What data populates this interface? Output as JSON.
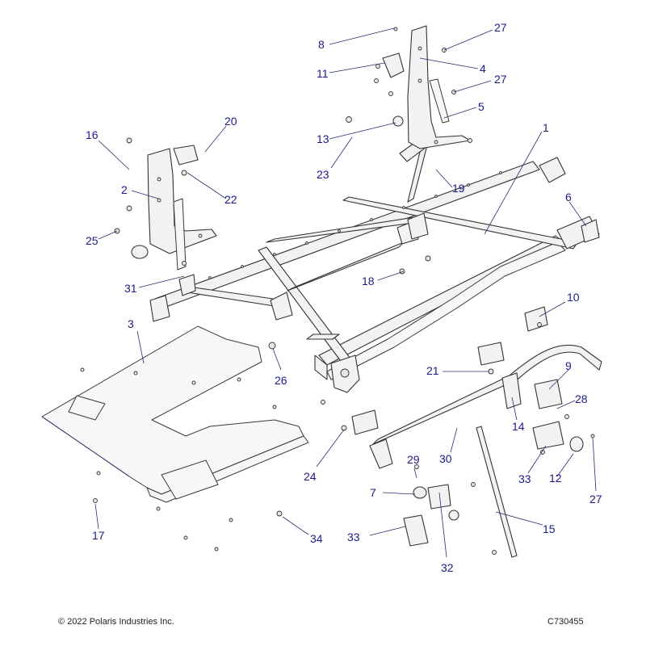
{
  "callouts": [
    "1",
    "2",
    "3",
    "4",
    "5",
    "6",
    "7",
    "8",
    "9",
    "10",
    "11",
    "12",
    "13",
    "14",
    "15",
    "16",
    "17",
    "18",
    "19",
    "20",
    "21",
    "22",
    "23",
    "24",
    "25",
    "26",
    "27",
    "27",
    "27",
    "28",
    "29",
    "30",
    "31",
    "32",
    "33",
    "33",
    "34"
  ],
  "footer": {
    "copyright": "© 2022 Polaris Industries Inc.",
    "drawing_id": "C730455"
  },
  "colors": {
    "callout_text": "#1a1a8c",
    "line": "#333333",
    "part_fill": "#f2f2f2"
  }
}
